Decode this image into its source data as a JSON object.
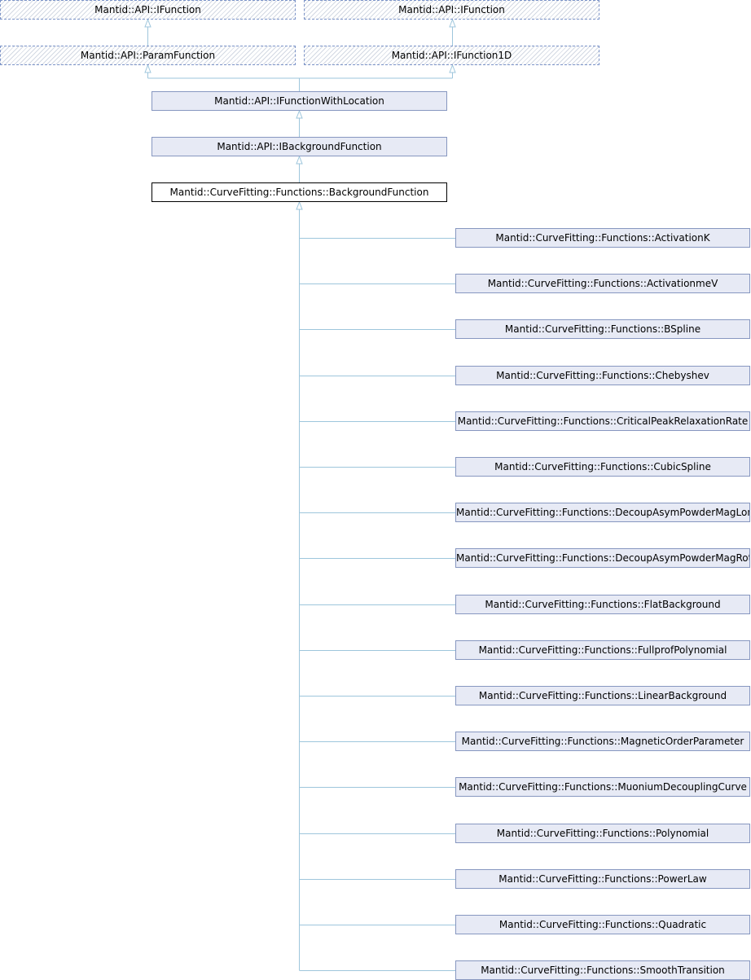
{
  "colors": {
    "edge": "#9ec6dc",
    "node_fill": "#e7eaf5",
    "node_border": "#8797c0",
    "external_border": "#7b93c8",
    "current_border": "#000000"
  },
  "nodes": {
    "ifunction_a": "Mantid::API::IFunction",
    "ifunction_b": "Mantid::API::IFunction",
    "param_function": "Mantid::API::ParamFunction",
    "ifunction1d": "Mantid::API::IFunction1D",
    "ifunction_with_location": "Mantid::API::IFunctionWithLocation",
    "ibackground_function": "Mantid::API::IBackgroundFunction",
    "background_function": "Mantid::CurveFitting::Functions::BackgroundFunction"
  },
  "derived": [
    "Mantid::CurveFitting::Functions::ActivationK",
    "Mantid::CurveFitting::Functions::ActivationmeV",
    "Mantid::CurveFitting::Functions::BSpline",
    "Mantid::CurveFitting::Functions::Chebyshev",
    "Mantid::CurveFitting::Functions::CriticalPeakRelaxationRate",
    "Mantid::CurveFitting::Functions::CubicSpline",
    "Mantid::CurveFitting::Functions::DecoupAsymPowderMagLong",
    "Mantid::CurveFitting::Functions::DecoupAsymPowderMagRot",
    "Mantid::CurveFitting::Functions::FlatBackground",
    "Mantid::CurveFitting::Functions::FullprofPolynomial",
    "Mantid::CurveFitting::Functions::LinearBackground",
    "Mantid::CurveFitting::Functions::MagneticOrderParameter",
    "Mantid::CurveFitting::Functions::MuoniumDecouplingCurve",
    "Mantid::CurveFitting::Functions::Polynomial",
    "Mantid::CurveFitting::Functions::PowerLaw",
    "Mantid::CurveFitting::Functions::Quadratic",
    "Mantid::CurveFitting::Functions::SmoothTransition"
  ]
}
